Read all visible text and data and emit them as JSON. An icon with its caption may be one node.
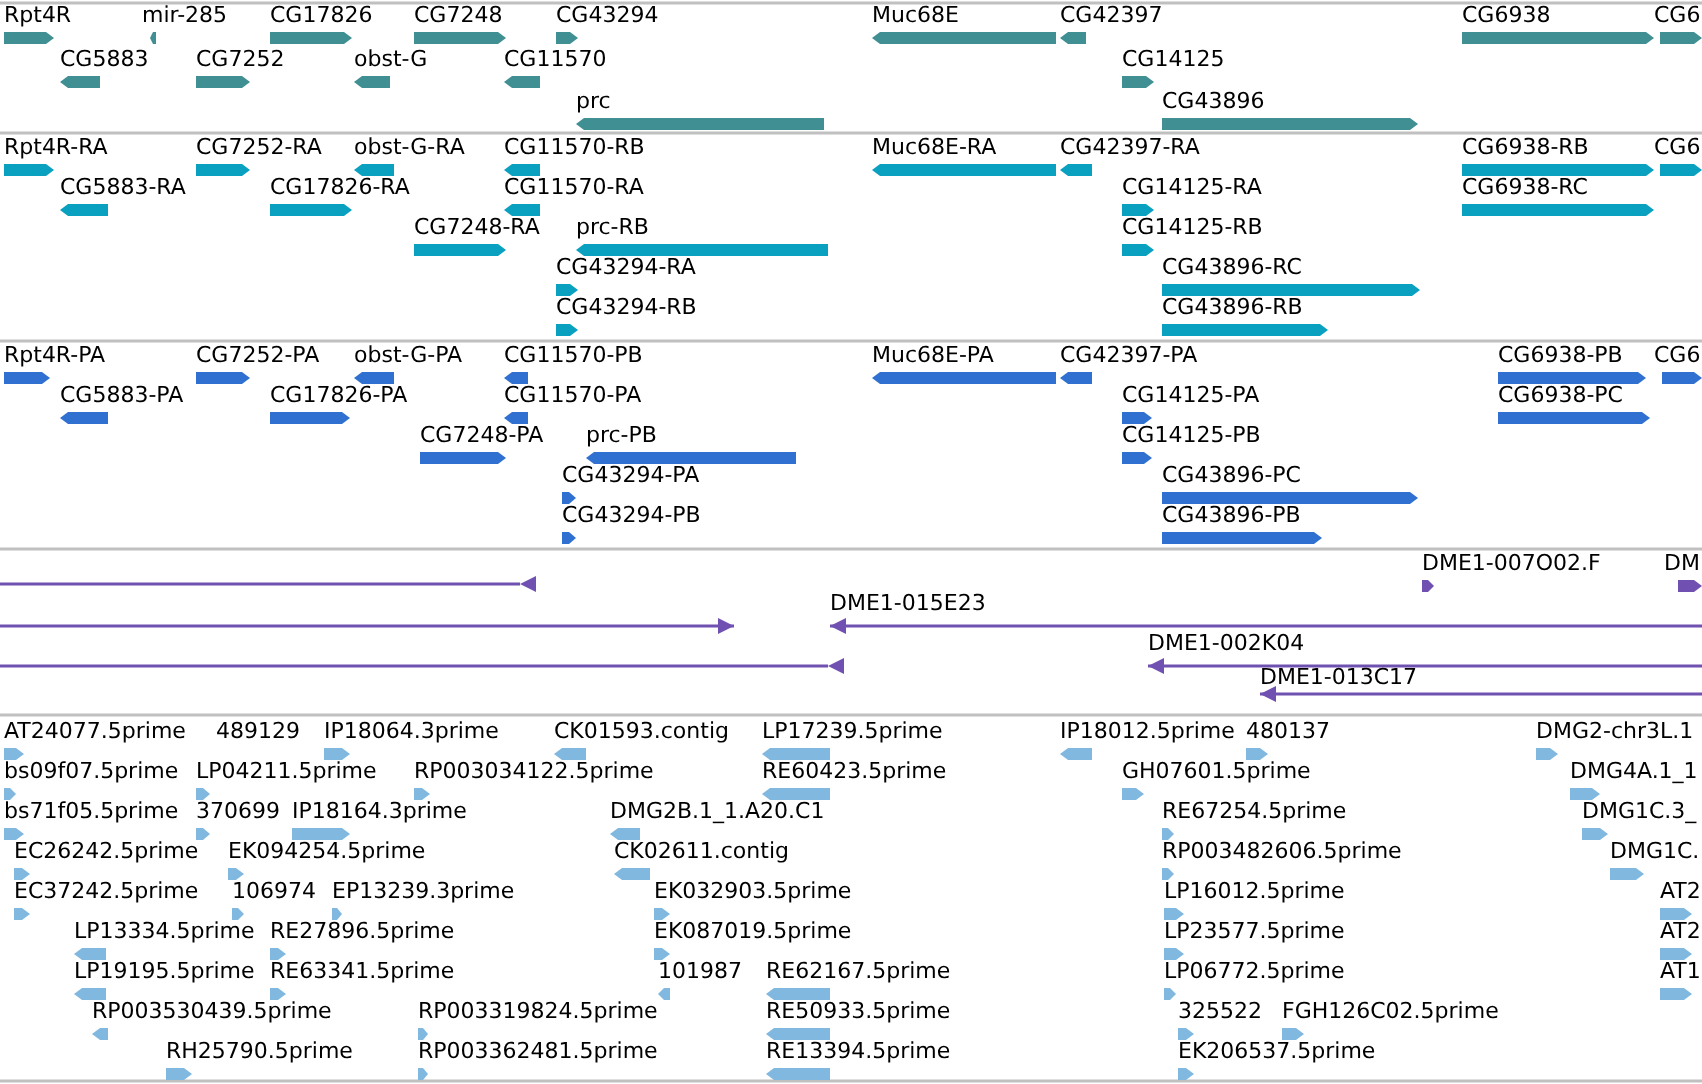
{
  "diagram": {
    "labels": [
      "Rpt4R",
      "mir-285",
      "CG17826",
      "CG7248",
      "CG43294",
      "Muc68E",
      "CG42397",
      "CG6938",
      "CG6",
      "CG5883",
      "CG7252",
      "obst-G",
      "CG11570",
      "CG14125",
      "prc",
      "CG43896",
      "Rpt4R-RA",
      "CG7252-RA",
      "obst-G-RA",
      "CG11570-RB",
      "Muc68E-RA",
      "CG42397-RA",
      "CG6938-RB",
      "CG6",
      "CG5883-RA",
      "CG17826-RA",
      "CG11570-RA",
      "CG14125-RA",
      "CG6938-RC",
      "CG7248-RA",
      "prc-RB",
      "CG14125-RB",
      "CG43294-RA",
      "CG43896-RC",
      "CG43294-RB",
      "CG43896-RB",
      "Rpt4R-PA",
      "CG7252-PA",
      "obst-G-PA",
      "CG11570-PB",
      "Muc68E-PA",
      "CG42397-PA",
      "CG6938-PB",
      "CG6",
      "CG5883-PA",
      "CG17826-PA",
      "CG11570-PA",
      "CG14125-PA",
      "CG6938-PC",
      "CG7248-PA",
      "prc-PB",
      "CG14125-PB",
      "CG43294-PA",
      "CG43896-PC",
      "CG43294-PB",
      "CG43896-PB",
      "DME1-007O02.F",
      "DM",
      "DME1-015E23",
      "DME1-002K04",
      "DME1-013C17",
      "AT24077.5prime",
      "489129",
      "IP18064.3prime",
      "CK01593.contig",
      "LP17239.5prime",
      "IP18012.5prime",
      "480137",
      "DMG2-chr3L.1",
      "bs09f07.5prime",
      "LP04211.5prime",
      "RP003034122.5prime",
      "RE60423.5prime",
      "GH07601.5prime",
      "DMG4A.1_1",
      "bs71f05.5prime",
      "370699",
      "IP18164.3prime",
      "DMG2B.1_1.A20.C1",
      "RE67254.5prime",
      "DMG1C.3_",
      "EC26242.5prime",
      "EK094254.5prime",
      "CK02611.contig",
      "RP003482606.5prime",
      "DMG1C.",
      "EC37242.5prime",
      "106974",
      "EP13239.3prime",
      "EK032903.5prime",
      "LP16012.5prime",
      "AT2",
      "LP13334.5prime",
      "RE27896.5prime",
      "EK087019.5prime",
      "LP23577.5prime",
      "AT2",
      "LP19195.5prime",
      "RE63341.5prime",
      "101987",
      "RE62167.5prime",
      "LP06772.5prime",
      "AT1",
      "RP003530439.5prime",
      "RP003319824.5prime",
      "RE50933.5prime",
      "325522",
      "FGH126C02.5prime",
      "RH25790.5prime",
      "RP003362481.5prime",
      "RE13394.5prime",
      "EK206537.5prime"
    ]
  }
}
